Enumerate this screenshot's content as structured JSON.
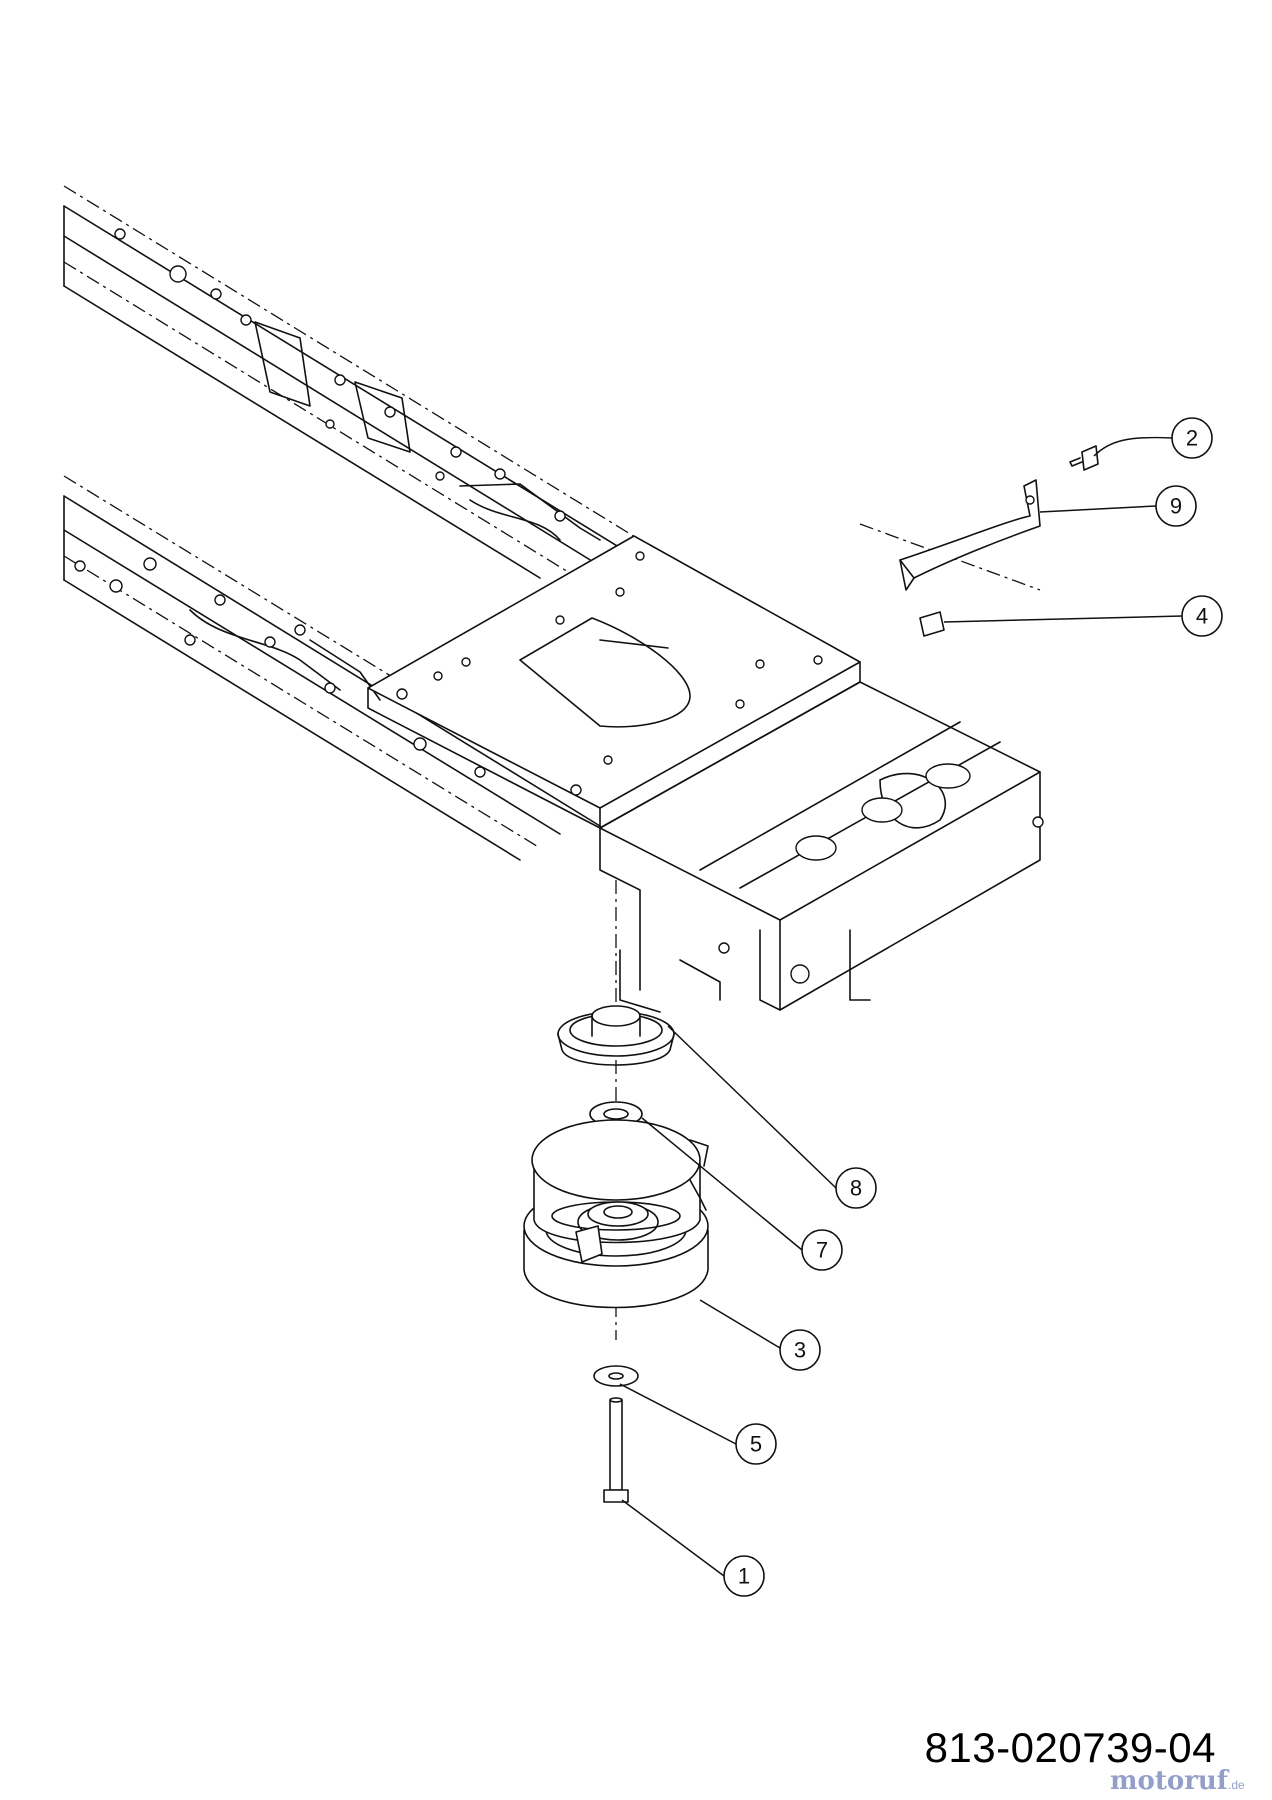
{
  "diagram_number": "813-020739-04",
  "watermark": {
    "text": "motoruf",
    "suffix": ".de"
  },
  "callouts": [
    {
      "id": "callout-1",
      "label": "1"
    },
    {
      "id": "callout-2",
      "label": "2"
    },
    {
      "id": "callout-3",
      "label": "3"
    },
    {
      "id": "callout-4",
      "label": "4"
    },
    {
      "id": "callout-5",
      "label": "5"
    },
    {
      "id": "callout-7",
      "label": "7"
    },
    {
      "id": "callout-8",
      "label": "8"
    },
    {
      "id": "callout-9",
      "label": "9"
    }
  ]
}
